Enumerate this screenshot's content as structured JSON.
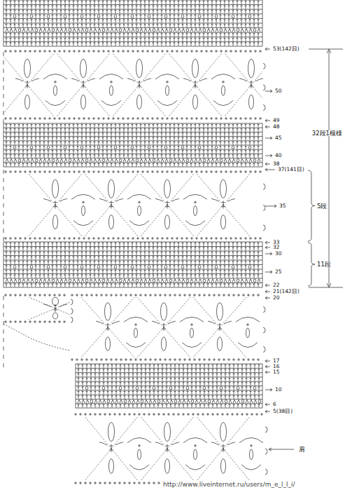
{
  "diagram": {
    "labels": [
      "53(142目)",
      "50",
      "49",
      "48",
      "45",
      "40",
      "38",
      "37(141目)",
      "35",
      "33",
      "32",
      "30",
      "25",
      "22",
      "21(142目)",
      "20",
      "17",
      "16",
      "15",
      "10",
      "6",
      "5(38目)",
      "肩",
      "32段1模様",
      "5段",
      "11段",
      "http://www.liveinternet.ru/users/m_e_l_l_i/"
    ]
  }
}
